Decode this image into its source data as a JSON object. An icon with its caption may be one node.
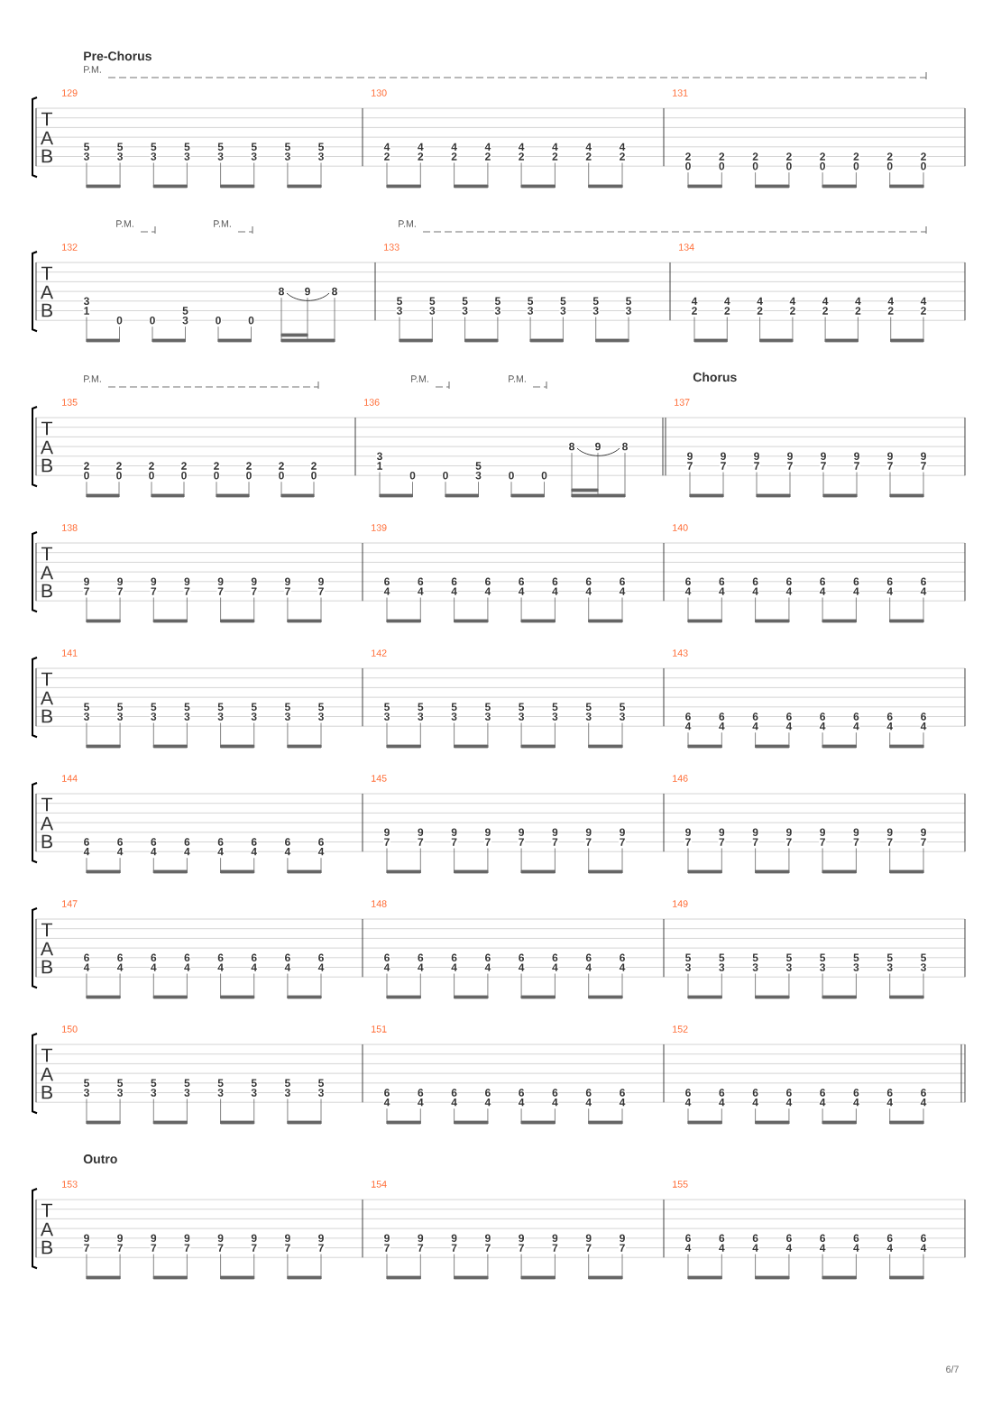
{
  "diagram": {
    "labels": [
      "Pre-Chorus",
      "P.M.",
      "T",
      "A",
      "B",
      "129",
      "5",
      "3",
      "5",
      "3",
      "5",
      "3",
      "5",
      "3",
      "5",
      "3",
      "5",
      "3",
      "5",
      "3",
      "5",
      "3",
      "130",
      "4",
      "2",
      "4",
      "2",
      "4",
      "2",
      "4",
      "2",
      "4",
      "2",
      "4",
      "2",
      "4",
      "2",
      "4",
      "2",
      "131",
      "2",
      "0",
      "2",
      "0",
      "2",
      "0",
      "2",
      "0",
      "2",
      "0",
      "2",
      "0",
      "2",
      "0",
      "2",
      "0",
      "P.M.",
      "P.M.",
      "P.M.",
      "T",
      "A",
      "B",
      "132",
      "3",
      "1",
      "0",
      "0",
      "5",
      "3",
      "0",
      "0",
      "8",
      "9",
      "8",
      "133",
      "5",
      "3",
      "5",
      "3",
      "5",
      "3",
      "5",
      "3",
      "5",
      "3",
      "5",
      "3",
      "5",
      "3",
      "5",
      "3",
      "134",
      "4",
      "2",
      "4",
      "2",
      "4",
      "2",
      "4",
      "2",
      "4",
      "2",
      "4",
      "2",
      "4",
      "2",
      "4",
      "2",
      "P.M.",
      "P.M.",
      "P.M.",
      "Chorus",
      "T",
      "A",
      "B",
      "135",
      "2",
      "0",
      "2",
      "0",
      "2",
      "0",
      "2",
      "0",
      "2",
      "0",
      "2",
      "0",
      "2",
      "0",
      "2",
      "0",
      "136",
      "3",
      "1",
      "0",
      "0",
      "5",
      "3",
      "0",
      "0",
      "8",
      "9",
      "8",
      "137",
      "9",
      "7",
      "9",
      "7",
      "9",
      "7",
      "9",
      "7",
      "9",
      "7",
      "9",
      "7",
      "9",
      "7",
      "9",
      "7",
      "T",
      "A",
      "B",
      "138",
      "9",
      "7",
      "9",
      "7",
      "9",
      "7",
      "9",
      "7",
      "9",
      "7",
      "9",
      "7",
      "9",
      "7",
      "9",
      "7",
      "139",
      "6",
      "4",
      "6",
      "4",
      "6",
      "4",
      "6",
      "4",
      "6",
      "4",
      "6",
      "4",
      "6",
      "4",
      "6",
      "4",
      "140",
      "6",
      "4",
      "6",
      "4",
      "6",
      "4",
      "6",
      "4",
      "6",
      "4",
      "6",
      "4",
      "6",
      "4",
      "6",
      "4",
      "T",
      "A",
      "B",
      "141",
      "5",
      "3",
      "5",
      "3",
      "5",
      "3",
      "5",
      "3",
      "5",
      "3",
      "5",
      "3",
      "5",
      "3",
      "5",
      "3",
      "142",
      "5",
      "3",
      "5",
      "3",
      "5",
      "3",
      "5",
      "3",
      "5",
      "3",
      "5",
      "3",
      "5",
      "3",
      "5",
      "3",
      "143",
      "6",
      "4",
      "6",
      "4",
      "6",
      "4",
      "6",
      "4",
      "6",
      "4",
      "6",
      "4",
      "6",
      "4",
      "6",
      "4",
      "T",
      "A",
      "B",
      "144",
      "6",
      "4",
      "6",
      "4",
      "6",
      "4",
      "6",
      "4",
      "6",
      "4",
      "6",
      "4",
      "6",
      "4",
      "6",
      "4",
      "145",
      "9",
      "7",
      "9",
      "7",
      "9",
      "7",
      "9",
      "7",
      "9",
      "7",
      "9",
      "7",
      "9",
      "7",
      "9",
      "7",
      "146",
      "9",
      "7",
      "9",
      "7",
      "9",
      "7",
      "9",
      "7",
      "9",
      "7",
      "9",
      "7",
      "9",
      "7",
      "9",
      "7",
      "T",
      "A",
      "B",
      "147",
      "6",
      "4",
      "6",
      "4",
      "6",
      "4",
      "6",
      "4",
      "6",
      "4",
      "6",
      "4",
      "6",
      "4",
      "6",
      "4",
      "148",
      "6",
      "4",
      "6",
      "4",
      "6",
      "4",
      "6",
      "4",
      "6",
      "4",
      "6",
      "4",
      "6",
      "4",
      "6",
      "4",
      "149",
      "5",
      "3",
      "5",
      "3",
      "5",
      "3",
      "5",
      "3",
      "5",
      "3",
      "5",
      "3",
      "5",
      "3",
      "5",
      "3",
      "T",
      "A",
      "B",
      "150",
      "5",
      "3",
      "5",
      "3",
      "5",
      "3",
      "5",
      "3",
      "5",
      "3",
      "5",
      "3",
      "5",
      "3",
      "5",
      "3",
      "151",
      "6",
      "4",
      "6",
      "4",
      "6",
      "4",
      "6",
      "4",
      "6",
      "4",
      "6",
      "4",
      "6",
      "4",
      "6",
      "4",
      "152",
      "6",
      "4",
      "6",
      "4",
      "6",
      "4",
      "6",
      "4",
      "6",
      "4",
      "6",
      "4",
      "6",
      "4",
      "6",
      "4",
      "Outro",
      "T",
      "A",
      "B",
      "153",
      "9",
      "7",
      "9",
      "7",
      "9",
      "7",
      "9",
      "7",
      "9",
      "7",
      "9",
      "7",
      "9",
      "7",
      "9",
      "7",
      "154",
      "9",
      "7",
      "9",
      "7",
      "9",
      "7",
      "9",
      "7",
      "9",
      "7",
      "9",
      "7",
      "9",
      "7",
      "9",
      "7",
      "155",
      "6",
      "4",
      "6",
      "4",
      "6",
      "4",
      "6",
      "4",
      "6",
      "4",
      "6",
      "4",
      "6",
      "4",
      "6",
      "4",
      "6/7"
    ]
  }
}
